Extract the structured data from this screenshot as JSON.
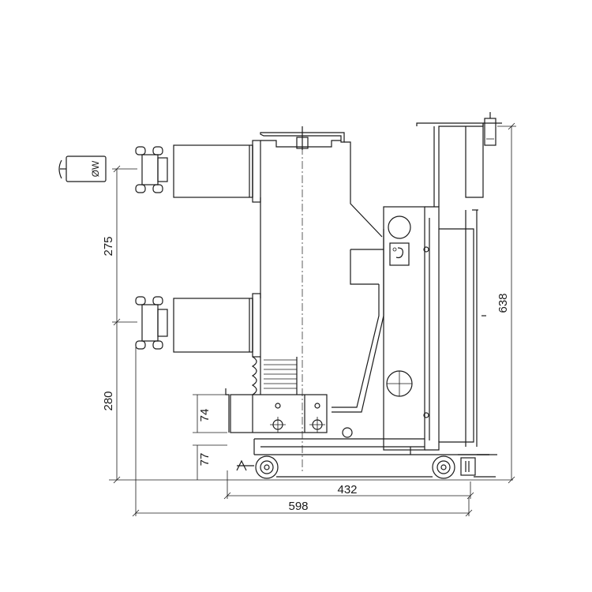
{
  "dimensions": {
    "d275": "275",
    "d280": "280",
    "d74": "74",
    "d77": "77",
    "d638": "638",
    "d432": "432",
    "d598": "598"
  },
  "labels": {
    "diameter": "ØW"
  }
}
